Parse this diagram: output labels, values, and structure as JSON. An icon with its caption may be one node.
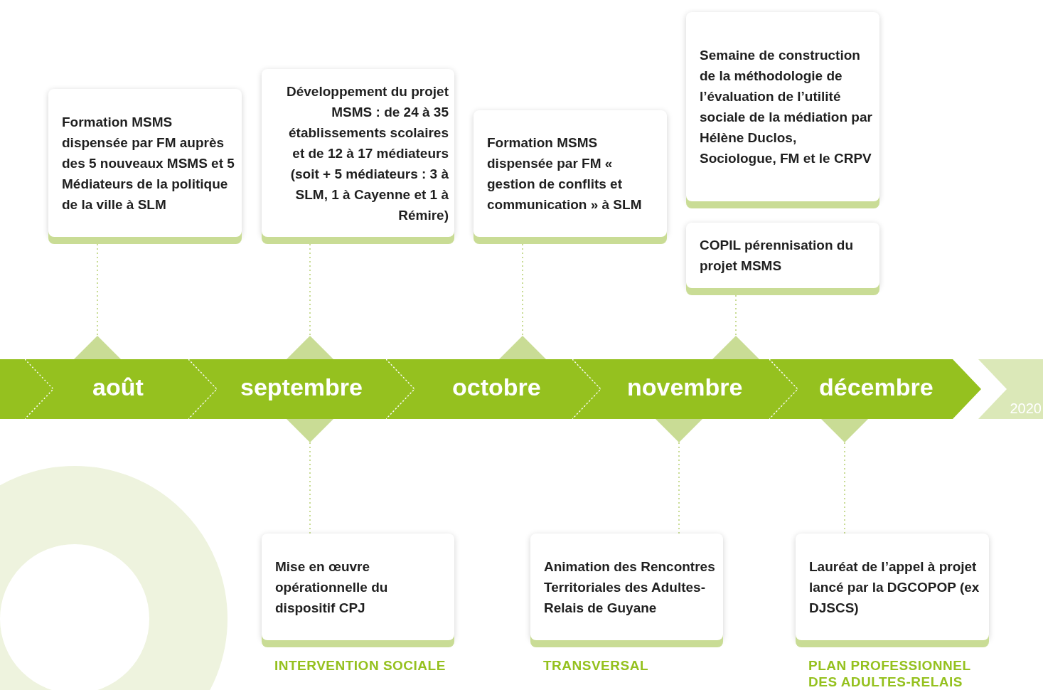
{
  "diagram": {
    "nodes": [
      {
        "text": [
          "Formation MSMS dispensée par FM auprès des 5 nouveaux MSMS et 5 Médiateurs de la politique de la ville à SLM"
        ]
      },
      {
        "text": [
          "Développement du projet MSMS : de 24 à 35 établissements scolaires et de 12 à 17 médiateurs (soit + 5 médiateurs : 3 à SLM, 1 à Cayenne et 1 à Rémire)"
        ]
      },
      {
        "text": [
          "Formation MSMS dispensée par FM « gestion de conflits et communication » à SLM"
        ]
      },
      {
        "text": [
          "Semaine de construction de la méthodologie de l’évaluation de l’utilité sociale de la médiation par Hélène Duclos, Sociologue, FM et le CRPV"
        ]
      },
      {
        "text": [
          "COPIL pérennisation du projet MSMS"
        ]
      },
      {
        "text": [
          "août"
        ]
      },
      {
        "text": [
          "septembre"
        ]
      },
      {
        "text": [
          "octobre"
        ]
      },
      {
        "text": [
          "novembre"
        ]
      },
      {
        "text": [
          "décembre"
        ]
      },
      {
        "text": [
          "2020"
        ]
      },
      {
        "text": [
          "Mise en œuvre opérationnelle du dispositif CPJ"
        ],
        "beside": [
          "INTERVENTION SOCIALE"
        ]
      },
      {
        "text": [
          "Animation des Rencontres Territoriales des Adultes-Relais de Guyane"
        ],
        "beside": [
          "TRANSVERSAL"
        ]
      },
      {
        "text": [
          "Lauréat de l’appel à projet lancé par la DGCOPOP (ex DJSCS)"
        ],
        "beside": [
          "PLAN PROFESSIONNEL DES ADULTES-RELAIS"
        ]
      }
    ],
    "edges": [
      {
        "from": 0,
        "to": 5,
        "arrow": "other",
        "style": "dashed"
      },
      {
        "from": 1,
        "to": 6,
        "arrow": "other",
        "style": "dashed"
      },
      {
        "from": 2,
        "to": 7,
        "arrow": "other",
        "style": "dashed"
      },
      {
        "from": 4,
        "to": 8,
        "arrow": "other",
        "style": "dashed"
      },
      {
        "from": 11,
        "to": 6,
        "arrow": "other",
        "style": "dashed"
      },
      {
        "from": 12,
        "to": 8,
        "arrow": "other",
        "style": "dashed"
      },
      {
        "from": 13,
        "to": 9,
        "arrow": "other",
        "style": "dashed"
      }
    ]
  }
}
